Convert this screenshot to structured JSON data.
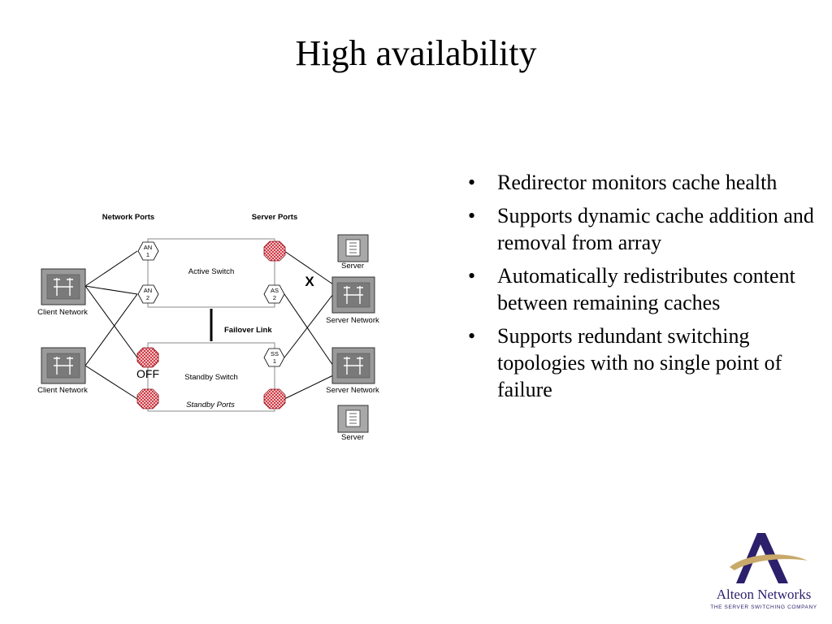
{
  "slide": {
    "title": "High availability"
  },
  "diagram": {
    "header_network_ports": "Network Ports",
    "header_server_ports": "Server Ports",
    "active_switch": "Active Switch",
    "standby_switch": "Standby Switch",
    "standby_ports": "Standby Ports",
    "failover_link": "Failover Link",
    "off_label": "OFF",
    "fail_mark": "X",
    "port_an1": [
      "AN",
      "1"
    ],
    "port_an2": [
      "AN",
      "2"
    ],
    "port_as2": [
      "AS",
      "2"
    ],
    "port_ss1": [
      "SS",
      "1"
    ],
    "client_network_top": "Client Network",
    "client_network_bottom": "Client Network",
    "server_network_top": "Server Network",
    "server_network_bottom": "Server Network",
    "server_top": "Server",
    "server_bottom": "Server",
    "colors": {
      "failed_port": "#cc1f2b",
      "gray": "#9a9a9a"
    }
  },
  "bullets": [
    "Redirector monitors cache health",
    "Supports dynamic cache addition and removal from array",
    "Automatically redistributes content between remaining caches",
    "Supports redundant switching topologies with no single point of failure"
  ],
  "bullet_glyph": "•",
  "logo": {
    "name": "Alteon Networks",
    "tagline": "THE SERVER SWITCHING COMPANY",
    "colors": {
      "primary": "#2c1f6b",
      "swoosh": "#c9a96a"
    }
  }
}
